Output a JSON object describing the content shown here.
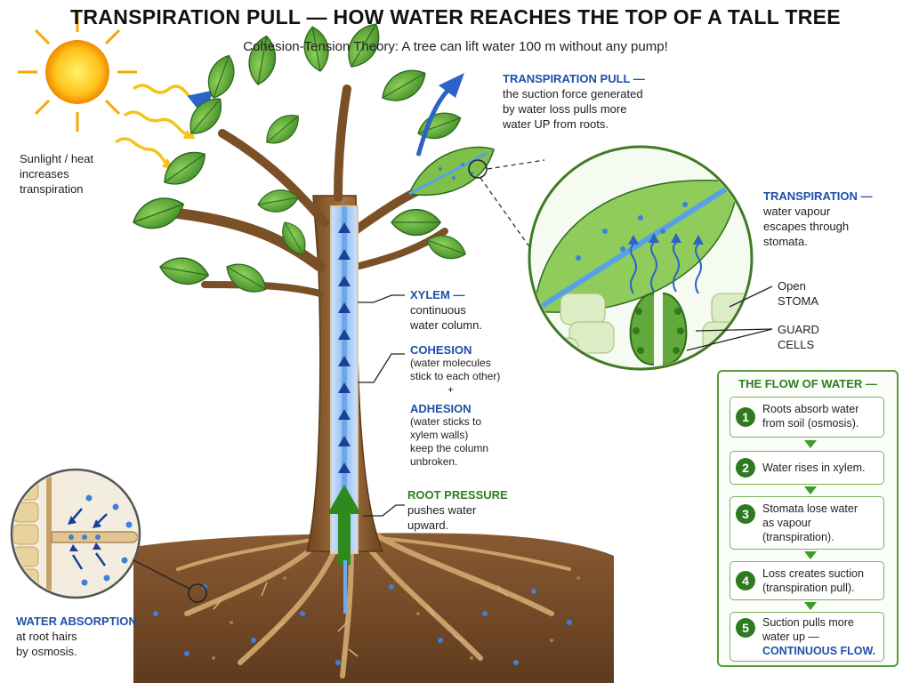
{
  "title": "TRANSPIRATION PULL — HOW WATER REACHES THE TOP OF A TALL TREE",
  "subtitle": "Cohesion-Tension Theory: A tree can lift water 100 m without any pump!",
  "sun": {
    "line1": "Sunlight / heat",
    "line2": "increases",
    "line3": "transpiration"
  },
  "transpiration_pull": {
    "heading": "TRANSPIRATION PULL —",
    "line1": "the suction force generated",
    "line2": "by water loss pulls more",
    "line3": "water UP from roots."
  },
  "transpiration": {
    "heading": "TRANSPIRATION —",
    "line1": "water vapour",
    "line2": "escapes through",
    "line3": "stomata."
  },
  "stoma": {
    "line1": "Open",
    "line2": "STOMA"
  },
  "guard_cells": {
    "line1": "GUARD",
    "line2": "CELLS"
  },
  "xylem": {
    "heading": "XYLEM —",
    "line1": "continuous",
    "line2": "water column."
  },
  "cohesion": {
    "heading": "COHESION",
    "line1": "(water molecules",
    "line2": "stick to each other)",
    "plus": "+"
  },
  "adhesion": {
    "heading": "ADHESION",
    "line1": "(water sticks to",
    "line2": "xylem walls)",
    "line3": "keep the column",
    "line4": "unbroken."
  },
  "root_pressure": {
    "heading": "ROOT PRESSURE",
    "line1": "pushes water",
    "line2": "upward."
  },
  "water_absorption": {
    "heading": "WATER ABSORPTION",
    "line1": "at root hairs",
    "line2": "by osmosis."
  },
  "flow": {
    "heading": "THE FLOW OF WATER —",
    "steps": [
      {
        "num": "1",
        "line1": "Roots absorb water",
        "line2": "from soil (osmosis)."
      },
      {
        "num": "2",
        "line1": "Water rises in xylem."
      },
      {
        "num": "3",
        "line1": "Stomata lose water",
        "line2": "as vapour",
        "line3": "(transpiration)."
      },
      {
        "num": "4",
        "line1": "Loss creates suction",
        "line2": "(transpiration pull)."
      },
      {
        "num": "5",
        "line1": "Suction pulls more",
        "line2": "water up —",
        "line3": "CONTINUOUS FLOW."
      }
    ]
  },
  "colors": {
    "label_blue": "#1f4fa8",
    "label_green": "#2e7d1f",
    "trunk": "#8b5e34",
    "leaf": "#5fa53a",
    "soil": "#7a4e2c",
    "water": "#4a86d8"
  }
}
